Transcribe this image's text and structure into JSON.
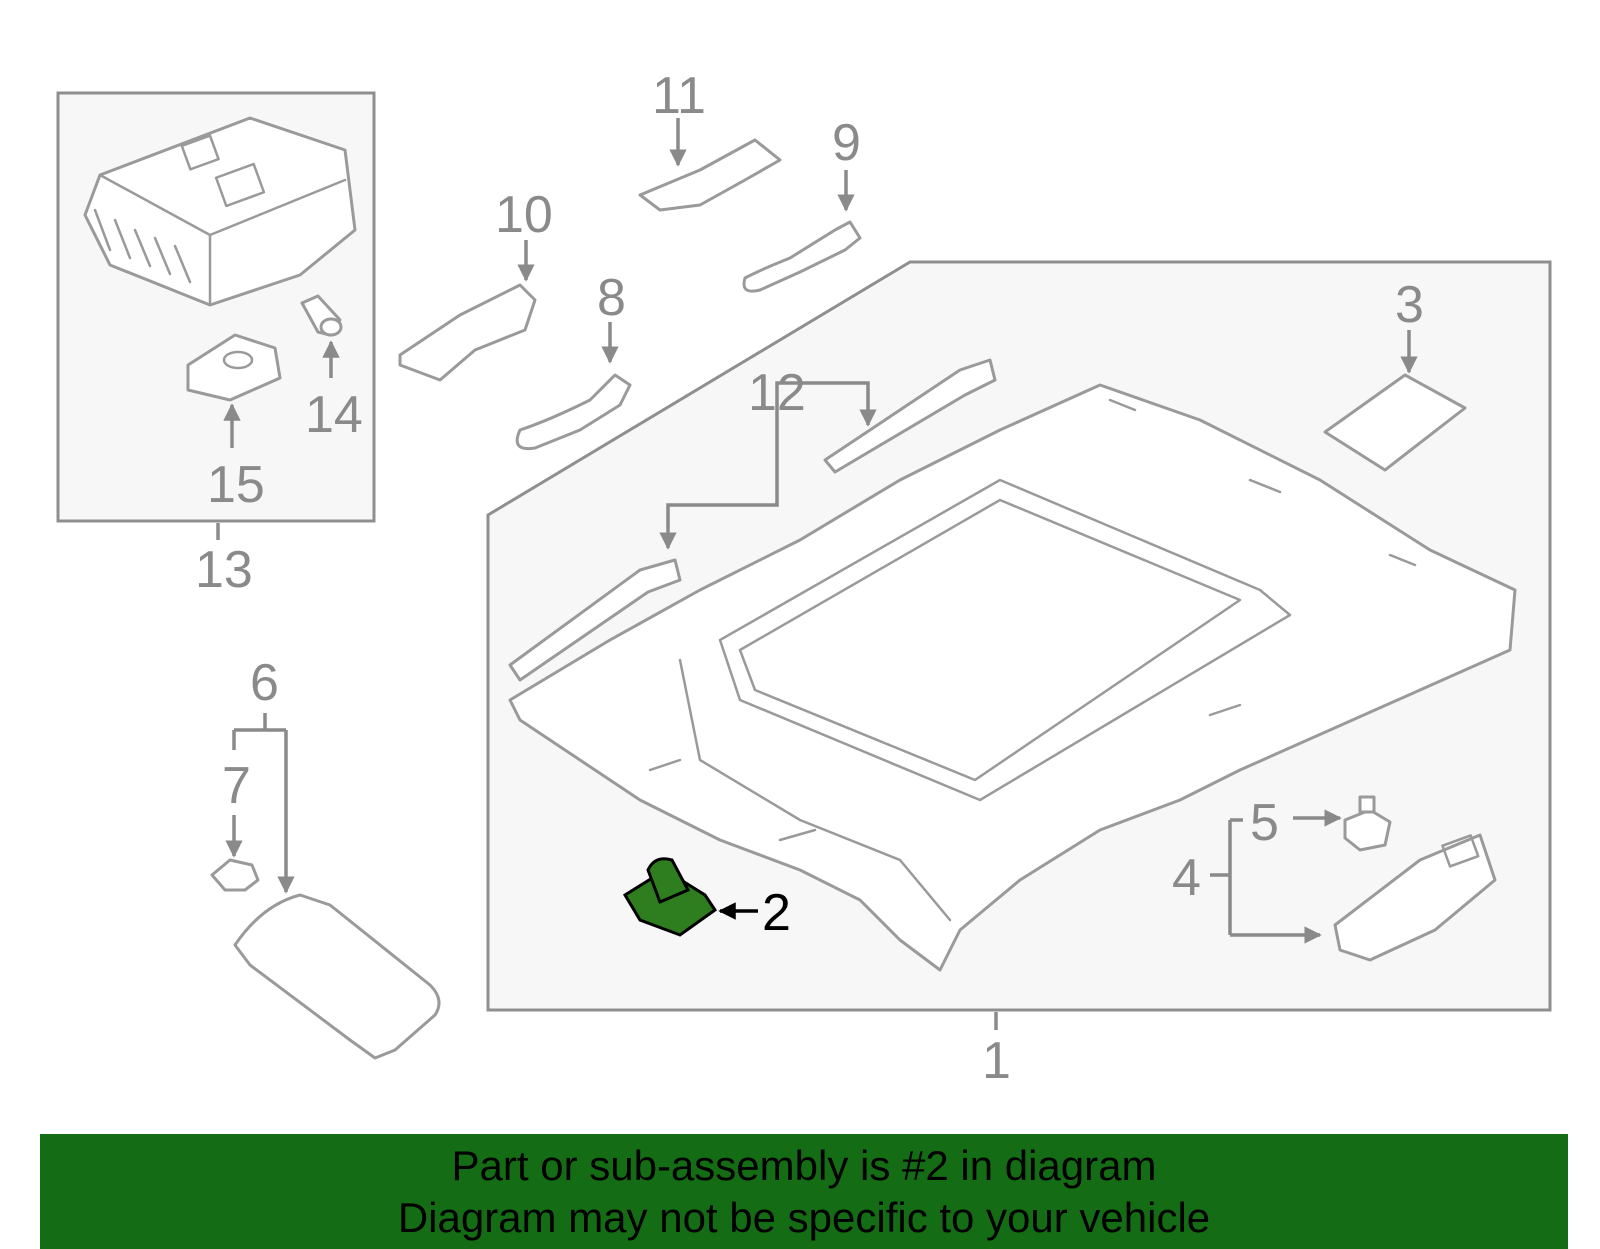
{
  "diagram": {
    "highlight_color": "#2e7d1e",
    "callouts": [
      "1",
      "2",
      "3",
      "4",
      "5",
      "6",
      "7",
      "8",
      "9",
      "10",
      "11",
      "12",
      "13",
      "14",
      "15"
    ],
    "highlighted_callout": "2"
  },
  "banner": {
    "background": "#146c14",
    "line1": "Part or sub-assembly is #2 in diagram",
    "line2": "Diagram may not be specific to your vehicle"
  }
}
